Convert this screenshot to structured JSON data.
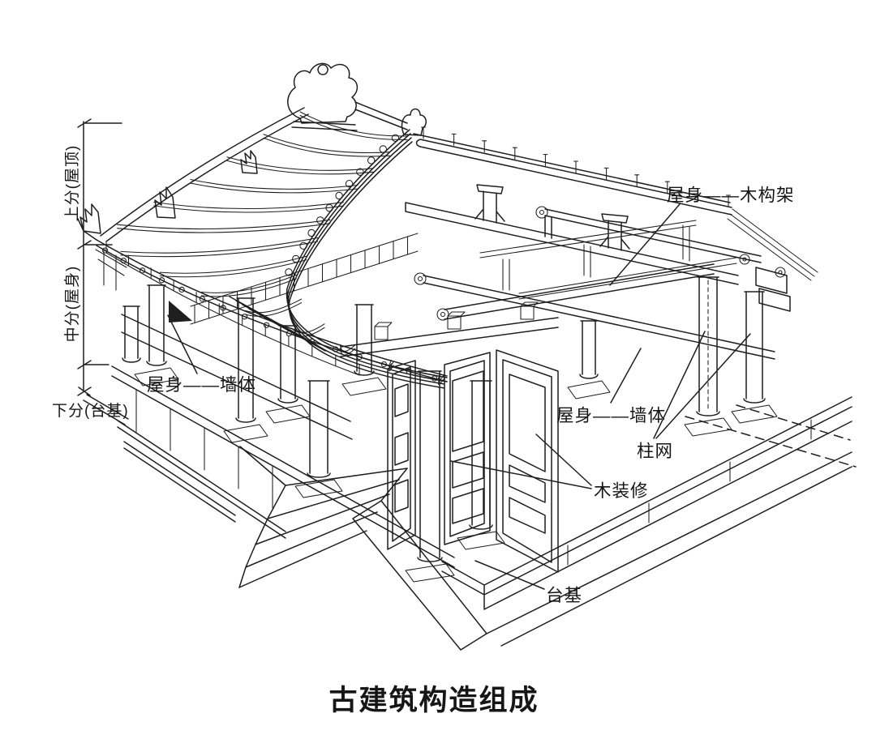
{
  "title": "古建筑构造组成",
  "dimension_axis": {
    "upper": "上分(屋顶)",
    "middle": "中分(屋身)",
    "lower": "下分(台基)"
  },
  "labels": {
    "roof_frame": "屋身——木构架",
    "wall_left": "屋身——墙体",
    "wall_right": "屋身——墙体",
    "column_grid": "柱网",
    "wood_decoration": "木装修",
    "platform": "台基"
  },
  "colors": {
    "ink": "#1f1f1f",
    "background": "#ffffff"
  }
}
